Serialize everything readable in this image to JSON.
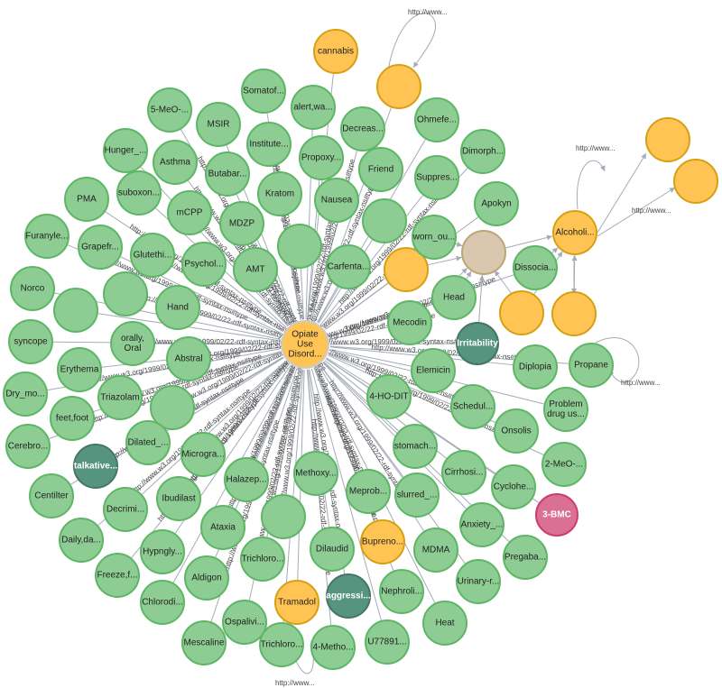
{
  "graph": {
    "palette": {
      "concept": {
        "fill": "#8dcc93",
        "stroke": "#5db665"
      },
      "substance": {
        "fill": "#ffc454",
        "stroke": "#d7a013"
      },
      "behavior": {
        "fill": "#569480",
        "stroke": "#447666"
      },
      "chemical": {
        "fill": "#da7194",
        "stroke": "#cc3c6c"
      },
      "unknown": {
        "fill": "#d9c8ae",
        "stroke": "#c0a378"
      },
      "edge": "#a5abb6"
    },
    "center_label": "Opiate Use Disord...",
    "edge_label_text": "http://www.w3.org/1999/02/22-rdf-syntax-ns#type",
    "edge_label_short": "http://www...",
    "nodes": [
      {
        "id": "center",
        "label": "Opiate Use Disord...",
        "kind": "substance"
      },
      {
        "id": "cannabis",
        "label": "cannabis",
        "kind": "substance"
      },
      {
        "id": "o_top",
        "label": "",
        "kind": "substance"
      },
      {
        "id": "o_r1",
        "label": "",
        "kind": "substance"
      },
      {
        "id": "o_r2",
        "label": "",
        "kind": "substance"
      },
      {
        "id": "alcoholi",
        "label": "Alcoholi...",
        "kind": "substance"
      },
      {
        "id": "tan",
        "label": "",
        "kind": "unknown"
      },
      {
        "id": "o_mid",
        "label": "",
        "kind": "substance"
      },
      {
        "id": "o_a",
        "label": "",
        "kind": "substance"
      },
      {
        "id": "o_b",
        "label": "",
        "kind": "substance"
      },
      {
        "id": "bupreno",
        "label": "Bupreno...",
        "kind": "substance"
      },
      {
        "id": "tramadol",
        "label": "Tramadol",
        "kind": "substance"
      },
      {
        "id": "irritability",
        "label": "Irritability",
        "kind": "behavior"
      },
      {
        "id": "talkative",
        "label": "talkative...",
        "kind": "behavior"
      },
      {
        "id": "aggressi",
        "label": "aggressi...",
        "kind": "behavior"
      },
      {
        "id": "bmc",
        "label": "3-BMC",
        "kind": "chemical"
      },
      {
        "id": "somatof",
        "label": "Somatof...",
        "kind": "concept"
      },
      {
        "id": "alertwa",
        "label": "alert,wa...",
        "kind": "concept"
      },
      {
        "id": "decreas",
        "label": "Decreas...",
        "kind": "concept"
      },
      {
        "id": "ohmefe",
        "label": "Ohmefe...",
        "kind": "concept"
      },
      {
        "id": "meo5",
        "label": "5-MeO-...",
        "kind": "concept"
      },
      {
        "id": "msir",
        "label": "MSIR",
        "kind": "concept"
      },
      {
        "id": "institute",
        "label": "Institute...",
        "kind": "concept"
      },
      {
        "id": "propoxy",
        "label": "Propoxy...",
        "kind": "concept"
      },
      {
        "id": "dimorph",
        "label": "Dimorph...",
        "kind": "concept"
      },
      {
        "id": "hunger",
        "label": "Hunger_...",
        "kind": "concept"
      },
      {
        "id": "asthma",
        "label": "Asthma",
        "kind": "concept"
      },
      {
        "id": "butabar",
        "label": "Butabar...",
        "kind": "concept"
      },
      {
        "id": "friend",
        "label": "Friend",
        "kind": "concept"
      },
      {
        "id": "suppres",
        "label": "Suppres...",
        "kind": "concept"
      },
      {
        "id": "pma",
        "label": "PMA",
        "kind": "concept"
      },
      {
        "id": "suboxon",
        "label": "suboxon...",
        "kind": "concept"
      },
      {
        "id": "mcpp",
        "label": "mCPP",
        "kind": "concept"
      },
      {
        "id": "kratom",
        "label": "Kratom",
        "kind": "concept"
      },
      {
        "id": "nausea",
        "label": "Nausea",
        "kind": "concept"
      },
      {
        "id": "apokyn",
        "label": "Apokyn",
        "kind": "concept"
      },
      {
        "id": "mdzp",
        "label": "MDZP",
        "kind": "concept"
      },
      {
        "id": "g_mid",
        "label": "",
        "kind": "concept"
      },
      {
        "id": "furanyle",
        "label": "Furanyle...",
        "kind": "concept"
      },
      {
        "id": "grapefr",
        "label": "Grapefr...",
        "kind": "concept"
      },
      {
        "id": "glutethi",
        "label": "Glutethi...",
        "kind": "concept"
      },
      {
        "id": "g_amt2",
        "label": "",
        "kind": "concept"
      },
      {
        "id": "wornou",
        "label": "worn_ou...",
        "kind": "concept"
      },
      {
        "id": "psychol",
        "label": "Psychol...",
        "kind": "concept"
      },
      {
        "id": "amt",
        "label": "AMT",
        "kind": "concept"
      },
      {
        "id": "carfenta",
        "label": "Carfenta...",
        "kind": "concept"
      },
      {
        "id": "dissocia",
        "label": "Dissocia...",
        "kind": "concept"
      },
      {
        "id": "norco",
        "label": "Norco",
        "kind": "concept"
      },
      {
        "id": "g_l1",
        "label": "",
        "kind": "concept"
      },
      {
        "id": "hand",
        "label": "Hand",
        "kind": "concept"
      },
      {
        "id": "head",
        "label": "Head",
        "kind": "concept"
      },
      {
        "id": "g_l2",
        "label": "",
        "kind": "concept"
      },
      {
        "id": "mecodin",
        "label": "Mecodin",
        "kind": "concept"
      },
      {
        "id": "syncope",
        "label": "syncope",
        "kind": "concept"
      },
      {
        "id": "orally",
        "label": "orally, Oral",
        "kind": "concept"
      },
      {
        "id": "erythema",
        "label": "Erythema",
        "kind": "concept"
      },
      {
        "id": "abstral",
        "label": "Abstral",
        "kind": "concept"
      },
      {
        "id": "diplopia",
        "label": "Diplopia",
        "kind": "concept"
      },
      {
        "id": "propane",
        "label": "Propane",
        "kind": "concept"
      },
      {
        "id": "elemicin",
        "label": "Elemicin",
        "kind": "concept"
      },
      {
        "id": "drymo",
        "label": "Dry_mo...",
        "kind": "concept"
      },
      {
        "id": "triazolam",
        "label": "Triazolam",
        "kind": "concept"
      },
      {
        "id": "g_l3",
        "label": "",
        "kind": "concept"
      },
      {
        "id": "ho4dit",
        "label": "4-HO-DIT",
        "kind": "concept"
      },
      {
        "id": "schedul",
        "label": "Schedul...",
        "kind": "concept"
      },
      {
        "id": "problem",
        "label": "Problem drug us...",
        "kind": "concept"
      },
      {
        "id": "feetfoot",
        "label": "feet,foot",
        "kind": "concept"
      },
      {
        "id": "onsolis",
        "label": "Onsolis",
        "kind": "concept"
      },
      {
        "id": "cerebro",
        "label": "Cerebro...",
        "kind": "concept"
      },
      {
        "id": "dilated",
        "label": "Dilated_...",
        "kind": "concept"
      },
      {
        "id": "microgra",
        "label": "Microgra...",
        "kind": "concept"
      },
      {
        "id": "stomach",
        "label": "stomach...",
        "kind": "concept"
      },
      {
        "id": "meo2",
        "label": "2-MeO-...",
        "kind": "concept"
      },
      {
        "id": "cirrhosi",
        "label": "Cirrhosi...",
        "kind": "concept"
      },
      {
        "id": "halazep",
        "label": "Halazep...",
        "kind": "concept"
      },
      {
        "id": "methoxy",
        "label": "Methoxy...",
        "kind": "concept"
      },
      {
        "id": "meprob",
        "label": "Meprob...",
        "kind": "concept"
      },
      {
        "id": "cyclohe",
        "label": "Cyclohe...",
        "kind": "concept"
      },
      {
        "id": "centilter",
        "label": "Centilter",
        "kind": "concept"
      },
      {
        "id": "decrimi",
        "label": "Decrimi...",
        "kind": "concept"
      },
      {
        "id": "ibudilast",
        "label": "Ibudilast",
        "kind": "concept"
      },
      {
        "id": "slurred",
        "label": "slurred_...",
        "kind": "concept"
      },
      {
        "id": "g_bot1",
        "label": "",
        "kind": "concept"
      },
      {
        "id": "anxiety",
        "label": "Anxiety_...",
        "kind": "concept"
      },
      {
        "id": "dailyda",
        "label": "Daily,da...",
        "kind": "concept"
      },
      {
        "id": "hypngly",
        "label": "Hypngly...",
        "kind": "concept"
      },
      {
        "id": "ataxia",
        "label": "Ataxia",
        "kind": "concept"
      },
      {
        "id": "dilaudid",
        "label": "Dilaudid",
        "kind": "concept"
      },
      {
        "id": "mdma",
        "label": "MDMA",
        "kind": "concept"
      },
      {
        "id": "pregaba",
        "label": "Pregaba...",
        "kind": "concept"
      },
      {
        "id": "freezef",
        "label": "Freeze,f...",
        "kind": "concept"
      },
      {
        "id": "aldigon",
        "label": "Aldigon",
        "kind": "concept"
      },
      {
        "id": "trichloro1",
        "label": "Trichloro...",
        "kind": "concept"
      },
      {
        "id": "urinary",
        "label": "Urinary-r...",
        "kind": "concept"
      },
      {
        "id": "nephroli",
        "label": "Nephroli...",
        "kind": "concept"
      },
      {
        "id": "chlorodi",
        "label": "Chlorodi...",
        "kind": "concept"
      },
      {
        "id": "ospalivi",
        "label": "Ospalivi...",
        "kind": "concept"
      },
      {
        "id": "heat",
        "label": "Heat",
        "kind": "concept"
      },
      {
        "id": "mescaline",
        "label": "Mescaline",
        "kind": "concept"
      },
      {
        "id": "u77891",
        "label": "U77891...",
        "kind": "concept"
      },
      {
        "id": "methoxy4",
        "label": "4-Metho...",
        "kind": "concept"
      },
      {
        "id": "trichloro2",
        "label": "Trichloro...",
        "kind": "concept"
      }
    ],
    "free_labels": [
      {
        "id": "lbl_top",
        "text": "http://www..."
      },
      {
        "id": "lbl_bottom",
        "text": "http://www..."
      },
      {
        "id": "lbl_right_a",
        "text": "http://www..."
      },
      {
        "id": "lbl_right_b",
        "text": "http://www..."
      },
      {
        "id": "lbl_self_loop",
        "text": "http://www..."
      }
    ]
  }
}
